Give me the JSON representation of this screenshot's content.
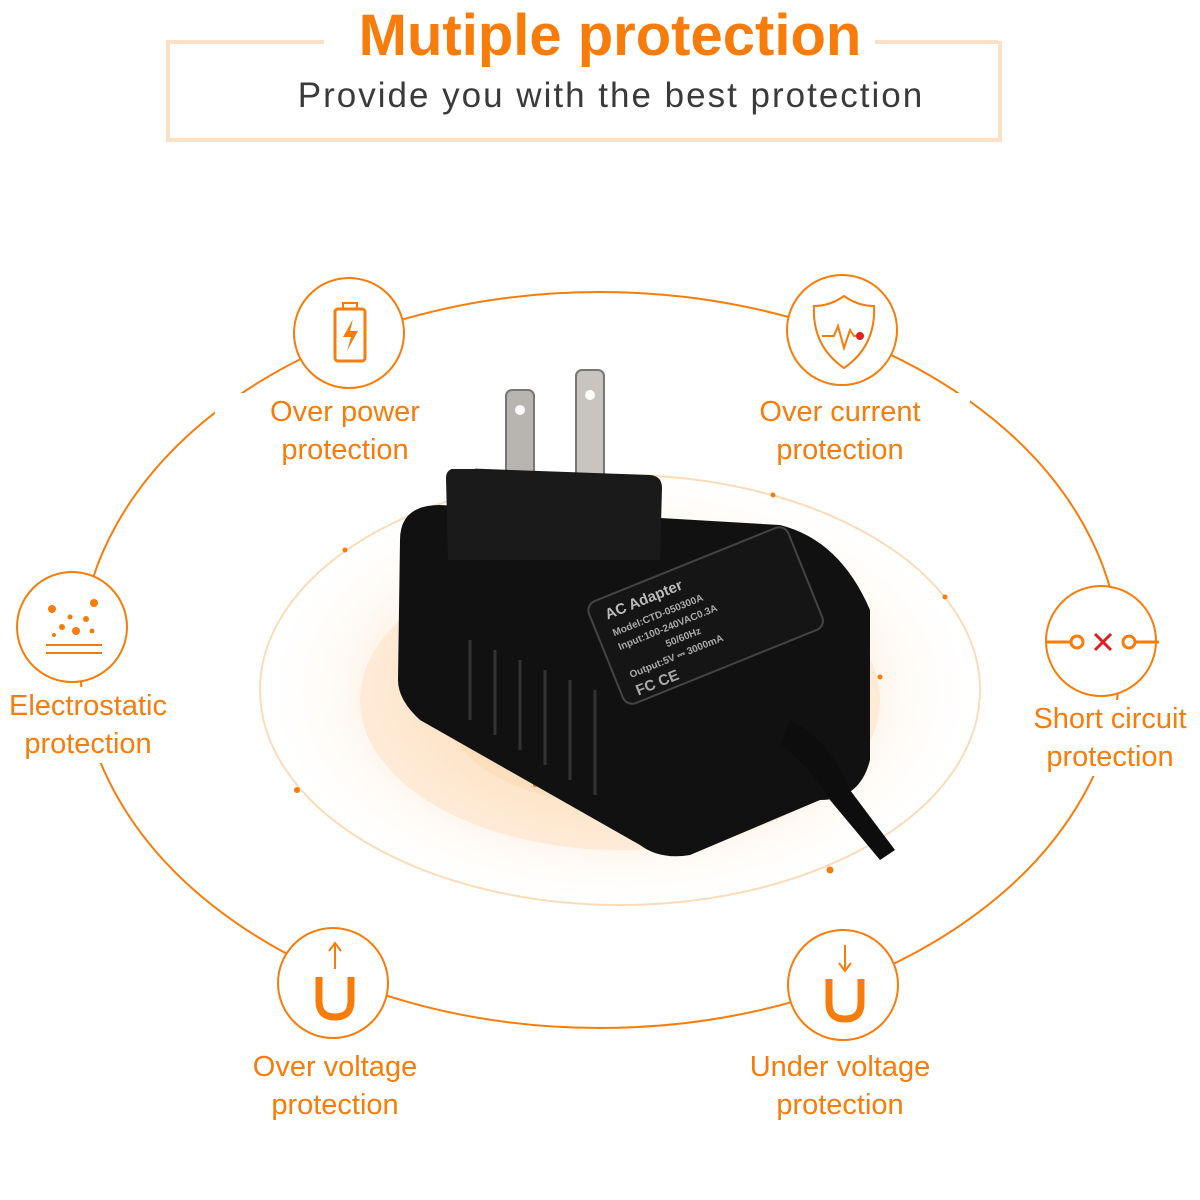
{
  "header": {
    "title": "Mutiple protection",
    "subtitle": "Provide you with the best protection"
  },
  "features": [
    {
      "icon": "battery-bolt-icon",
      "line1": "Over power",
      "line2": "protection"
    },
    {
      "icon": "shield-heartbeat-icon",
      "line1": "Over current",
      "line2": "protection"
    },
    {
      "icon": "static-particles-icon",
      "line1": "Electrostatic",
      "line2": "protection"
    },
    {
      "icon": "circuit-break-icon",
      "line1": "Short circuit",
      "line2": "protection"
    },
    {
      "icon": "u-arrow-up-icon",
      "line1": "Over voltage",
      "line2": "protection"
    },
    {
      "icon": "u-arrow-down-icon",
      "line1": "Under voltage",
      "line2": "protection"
    }
  ],
  "adapter_label": {
    "title": "AC Adapter",
    "model": "Model:CTD-050300A",
    "input": "Input:100-240VAC0.3A",
    "freq": "50/60Hz",
    "output": "Output:5V ⎓ 3000mA",
    "marks": "FC CE"
  },
  "colors": {
    "accent": "#f77c0a",
    "frame": "#fbe0c6",
    "subtitle": "#3a3a3a"
  }
}
